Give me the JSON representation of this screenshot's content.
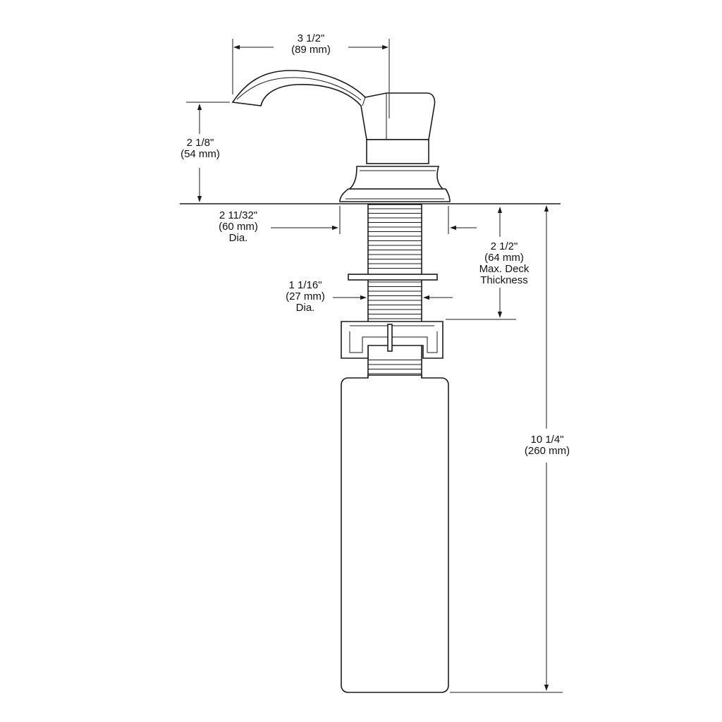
{
  "dimensions": {
    "spout_length": {
      "imperial": "3 1/2\"",
      "metric": "(89 mm)"
    },
    "height_above_deck": {
      "imperial": "2 1/8\"",
      "metric": "(54 mm)"
    },
    "flange_diameter": {
      "imperial": "2 11/32\"",
      "metric": "(60 mm)",
      "note": "Dia."
    },
    "shank_diameter": {
      "imperial": "1 1/16\"",
      "metric": "(27 mm)",
      "note": "Dia."
    },
    "deck_thickness": {
      "imperial": "2 1/2\"",
      "metric": "(64 mm)",
      "note_1": "Max. Deck",
      "note_2": "Thickness"
    },
    "below_deck_length": {
      "imperial": "10 1/4\"",
      "metric": "(260 mm)"
    }
  }
}
